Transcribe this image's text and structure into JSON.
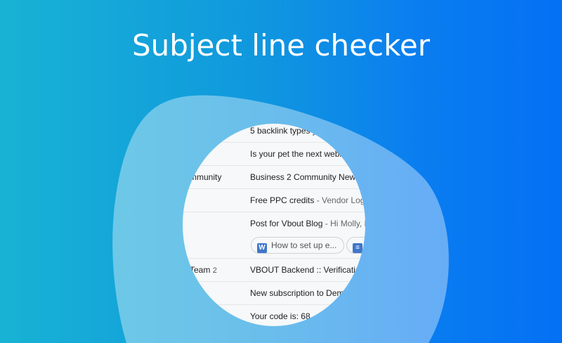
{
  "title": "Subject line checker",
  "colors": {
    "gradient_start": "#18b3d4",
    "gradient_end": "#0470f4"
  },
  "inbox": {
    "rows": [
      {
        "sender": "",
        "count": "",
        "subject": "5 backlink types y",
        "snippet": ""
      },
      {
        "sender": "",
        "count": "",
        "subject": "Is your pet the next webi",
        "snippet": ""
      },
      {
        "sender": "mmunity",
        "count": "",
        "subject": "Business 2 Community News",
        "snippet": ""
      },
      {
        "sender": "",
        "count": "",
        "subject": "Free PPC credits",
        "snippet": " - Vendor Login"
      },
      {
        "sender": "",
        "count": "",
        "subject": "Post for Vbout Blog",
        "snippet": " - Hi Molly, H"
      },
      {
        "sender": "Team",
        "count": "2",
        "subject": "VBOUT Backend :: Verificatio",
        "snippet": ""
      },
      {
        "sender": "",
        "count": "",
        "subject": "New subscription to Dem",
        "snippet": ""
      },
      {
        "sender": "",
        "count": "",
        "subject": "Your code is: 68",
        "snippet": ""
      }
    ],
    "attachment": {
      "icon": "word-doc-icon",
      "label": "How to set up e...",
      "icon_letter": "W",
      "second_icon": "google-docs-icon"
    }
  }
}
